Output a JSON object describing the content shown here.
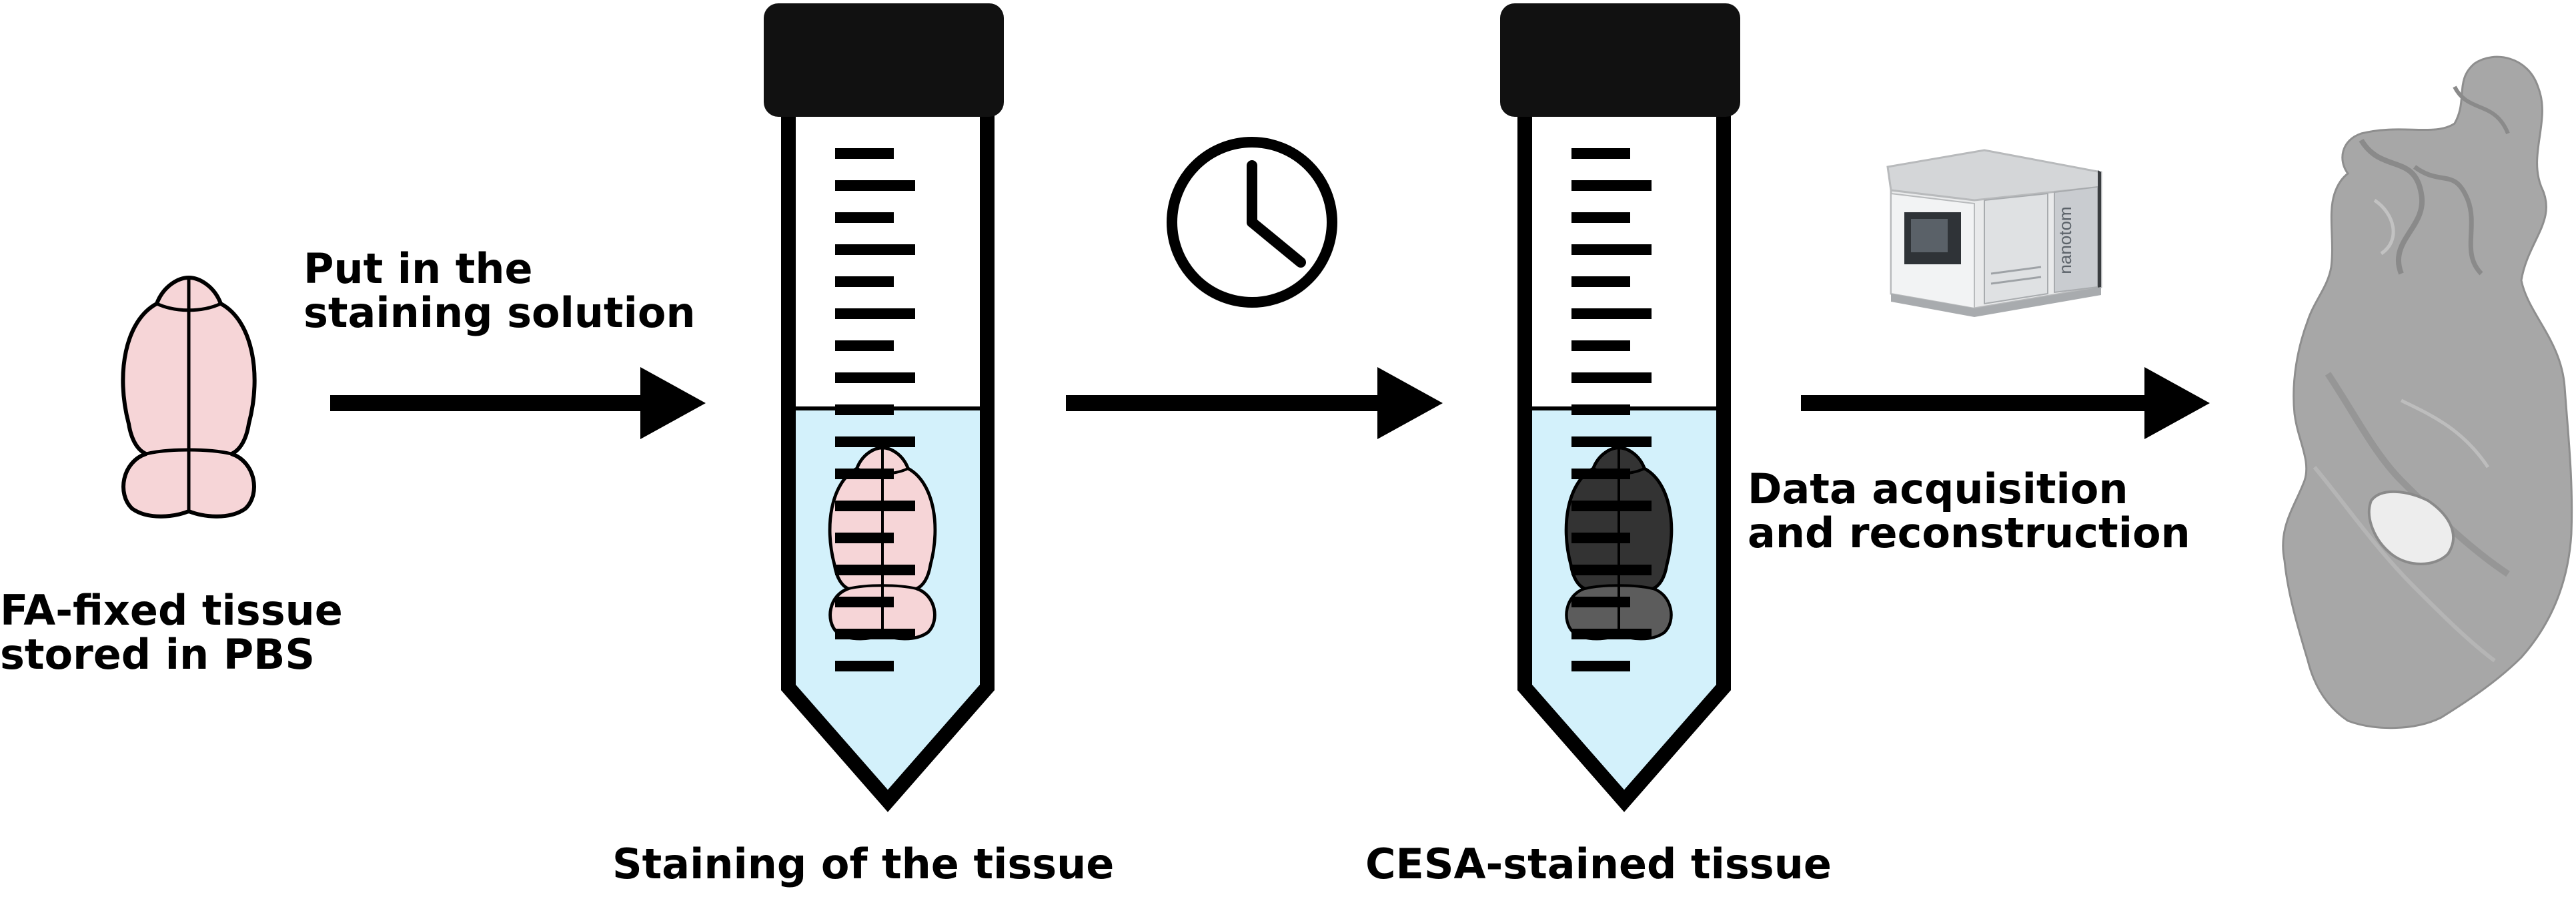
{
  "labels": {
    "fixed_tissue": [
      "FA-fixed tissue",
      "stored in PBS"
    ],
    "put_in_solution": [
      "Put in the",
      "staining solution"
    ],
    "staining_of_tissue": "Staining of the tissue",
    "cesa_stained": "CESA-stained tissue",
    "data_acquisition": [
      "Data acquisition",
      "and reconstruction"
    ],
    "scanner_brand": "nanotom"
  },
  "icons": {
    "clock": "clock-icon",
    "brain": "brain-icon",
    "tube": "falcon-tube-icon",
    "scanner": "micro-ct-scanner-icon",
    "arrow": "arrow-right-icon",
    "scan": "brain-ct-slice-image"
  },
  "colors": {
    "brain_pink": "#f6d5d7",
    "brain_dark": "#333333",
    "brain_dark_lobe": "#5c5c5c",
    "solution": "#d3f1fb",
    "cap": "#111111",
    "scan_gray": "#a7a7a7",
    "scan_light": "#ededed",
    "scanner_body": "#e9eaeb"
  }
}
